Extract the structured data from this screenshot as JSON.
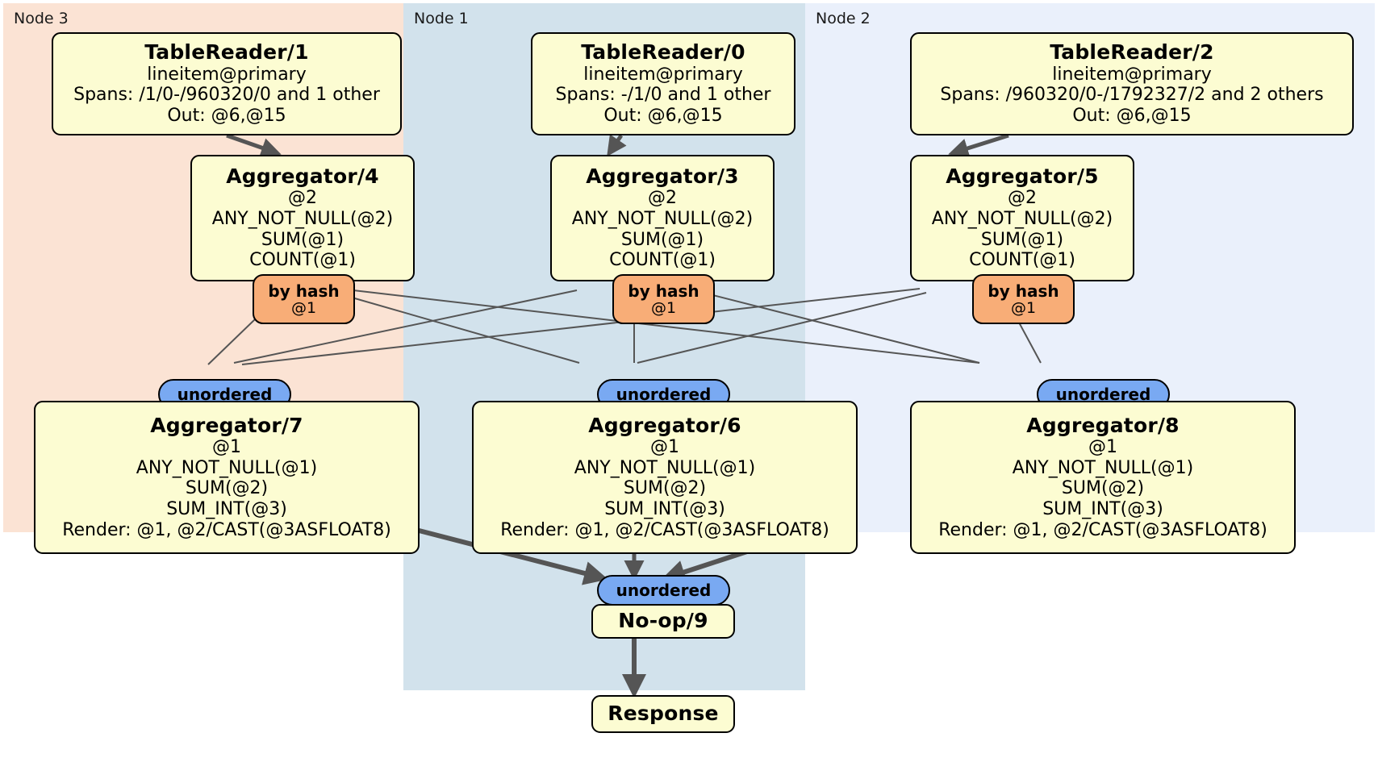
{
  "diagram": {
    "type": "distributed-query-plan",
    "colors": {
      "node3_panel": "#fbe3d4",
      "node1_panel": "#d2e2ec",
      "node2_panel": "#eaf0fb",
      "box_fill": "#fcfcd2",
      "box_stroke": "#000000",
      "hash_badge": "#f8ad77",
      "unordered_badge": "#79a9f2",
      "edge_thin": "#555555",
      "edge_thick": "#555555"
    },
    "panels": [
      {
        "id": "node3",
        "label": "Node 3"
      },
      {
        "id": "node1",
        "label": "Node 1"
      },
      {
        "id": "node2",
        "label": "Node 2"
      }
    ],
    "boxes": [
      {
        "id": "tablereader-1",
        "title": "TableReader/1",
        "lines": [
          "lineitem@primary",
          "Spans: /1/0-/960320/0 and 1 other",
          "Out: @6,@15"
        ]
      },
      {
        "id": "tablereader-0",
        "title": "TableReader/0",
        "lines": [
          "lineitem@primary",
          "Spans: -/1/0 and 1 other",
          "Out: @6,@15"
        ]
      },
      {
        "id": "tablereader-2",
        "title": "TableReader/2",
        "lines": [
          "lineitem@primary",
          "Spans: /960320/0-/1792327/2 and 2 others",
          "Out: @6,@15"
        ]
      },
      {
        "id": "aggregator-4",
        "title": "Aggregator/4",
        "lines": [
          "@2",
          "ANY_NOT_NULL(@2)",
          "SUM(@1)",
          "COUNT(@1)"
        ]
      },
      {
        "id": "aggregator-3",
        "title": "Aggregator/3",
        "lines": [
          "@2",
          "ANY_NOT_NULL(@2)",
          "SUM(@1)",
          "COUNT(@1)"
        ]
      },
      {
        "id": "aggregator-5",
        "title": "Aggregator/5",
        "lines": [
          "@2",
          "ANY_NOT_NULL(@2)",
          "SUM(@1)",
          "COUNT(@1)"
        ]
      },
      {
        "id": "aggregator-7",
        "title": "Aggregator/7",
        "lines": [
          "@1",
          "ANY_NOT_NULL(@1)",
          "SUM(@2)",
          "SUM_INT(@3)",
          "Render: @1, @2/CAST(@3ASFLOAT8)"
        ]
      },
      {
        "id": "aggregator-6",
        "title": "Aggregator/6",
        "lines": [
          "@1",
          "ANY_NOT_NULL(@1)",
          "SUM(@2)",
          "SUM_INT(@3)",
          "Render: @1, @2/CAST(@3ASFLOAT8)"
        ]
      },
      {
        "id": "aggregator-8",
        "title": "Aggregator/8",
        "lines": [
          "@1",
          "ANY_NOT_NULL(@1)",
          "SUM(@2)",
          "SUM_INT(@3)",
          "Render: @1, @2/CAST(@3ASFLOAT8)"
        ]
      },
      {
        "id": "noop-9",
        "title": "No-op/9",
        "lines": []
      },
      {
        "id": "response",
        "title": "Response",
        "lines": []
      }
    ],
    "badges": [
      {
        "id": "hash-left",
        "line1": "by hash",
        "line2": "@1"
      },
      {
        "id": "hash-center",
        "line1": "by hash",
        "line2": "@1"
      },
      {
        "id": "hash-right",
        "line1": "by hash",
        "line2": "@1"
      },
      {
        "id": "unordered-left",
        "line1": "unordered",
        "line2": ""
      },
      {
        "id": "unordered-center",
        "line1": "unordered",
        "line2": ""
      },
      {
        "id": "unordered-right",
        "line1": "unordered",
        "line2": ""
      },
      {
        "id": "unordered-final",
        "line1": "unordered",
        "line2": ""
      }
    ]
  }
}
